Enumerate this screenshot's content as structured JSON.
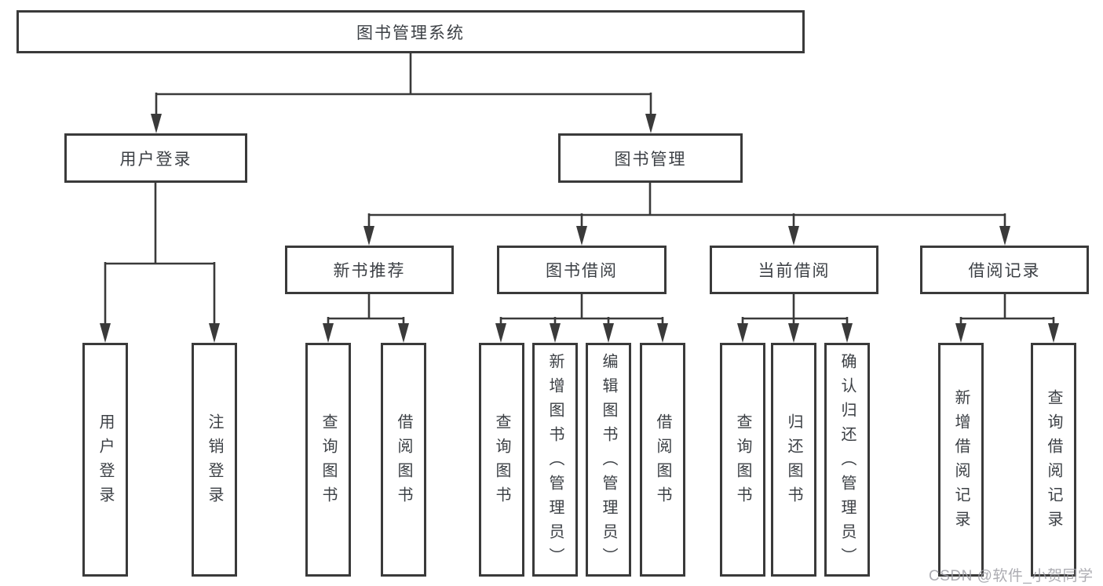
{
  "tree": {
    "root": {
      "label": "图书管理系统"
    },
    "branches": [
      {
        "label": "用户登录",
        "children": [
          {
            "label": "用户登录"
          },
          {
            "label": "注销登录"
          }
        ]
      },
      {
        "label": "图书管理",
        "children": [
          {
            "label": "新书推荐",
            "children": [
              {
                "label": "查询图书"
              },
              {
                "label": "借阅图书"
              }
            ]
          },
          {
            "label": "图书借阅",
            "children": [
              {
                "label": "查询图书"
              },
              {
                "label": "新增图书（管理员）"
              },
              {
                "label": "编辑图书（管理员）"
              },
              {
                "label": "借阅图书"
              }
            ]
          },
          {
            "label": "当前借阅",
            "children": [
              {
                "label": "查询图书"
              },
              {
                "label": "归还图书"
              },
              {
                "label": "确认归还（管理员）"
              }
            ]
          },
          {
            "label": "借阅记录",
            "children": [
              {
                "label": "新增借阅记录"
              },
              {
                "label": "查询借阅记录"
              }
            ]
          }
        ]
      }
    ]
  },
  "watermark": {
    "text": "CSDN @软件_小贺同学"
  },
  "colors": {
    "line": "#3a3a3a",
    "box_border": "#3a3a3a",
    "text": "#3c4045",
    "watermark": "#9e9ea4",
    "background": "#ffffff"
  }
}
